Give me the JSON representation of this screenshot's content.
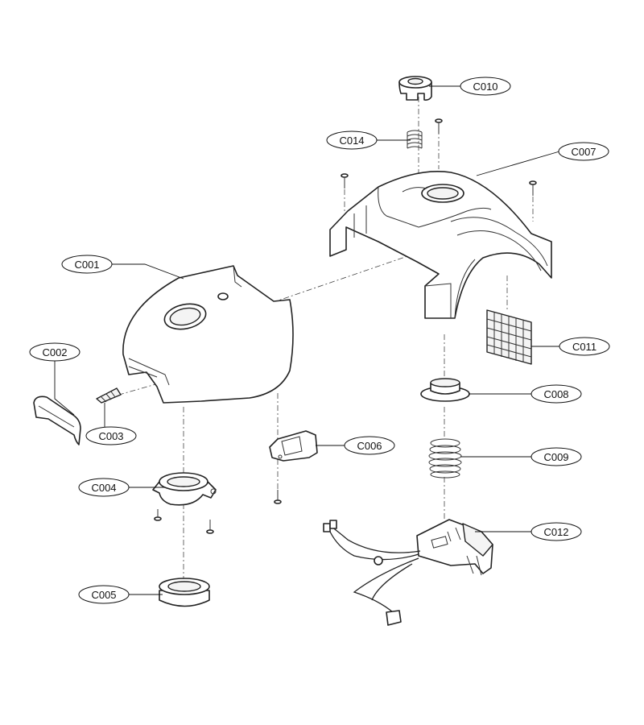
{
  "labels": {
    "C001": "C001",
    "C002": "C002",
    "C003": "C003",
    "C004": "C004",
    "C005": "C005",
    "C006": "C006",
    "C007": "C007",
    "C008": "C008",
    "C009": "C009",
    "C010": "C010",
    "C011": "C011",
    "C012": "C012",
    "C014": "C014"
  }
}
